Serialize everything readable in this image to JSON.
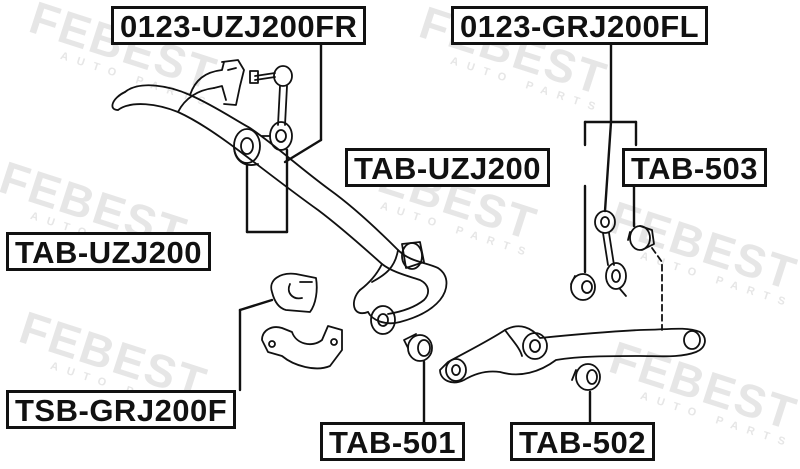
{
  "watermark": {
    "brand": "FEBEST",
    "tagline": "AUTO PARTS"
  },
  "labels": {
    "link_front_right": "0123-UZJ200FR",
    "link_front_left": "0123-GRJ200FL",
    "bushing_tab_uzj200_left": "TAB-UZJ200",
    "bushing_tab_uzj200_right": "TAB-UZJ200",
    "bushing_tab_503": "TAB-503",
    "bushing_tsb_grj200f": "TSB-GRJ200F",
    "bushing_tab_501": "TAB-501",
    "bushing_tab_502": "TAB-502"
  }
}
